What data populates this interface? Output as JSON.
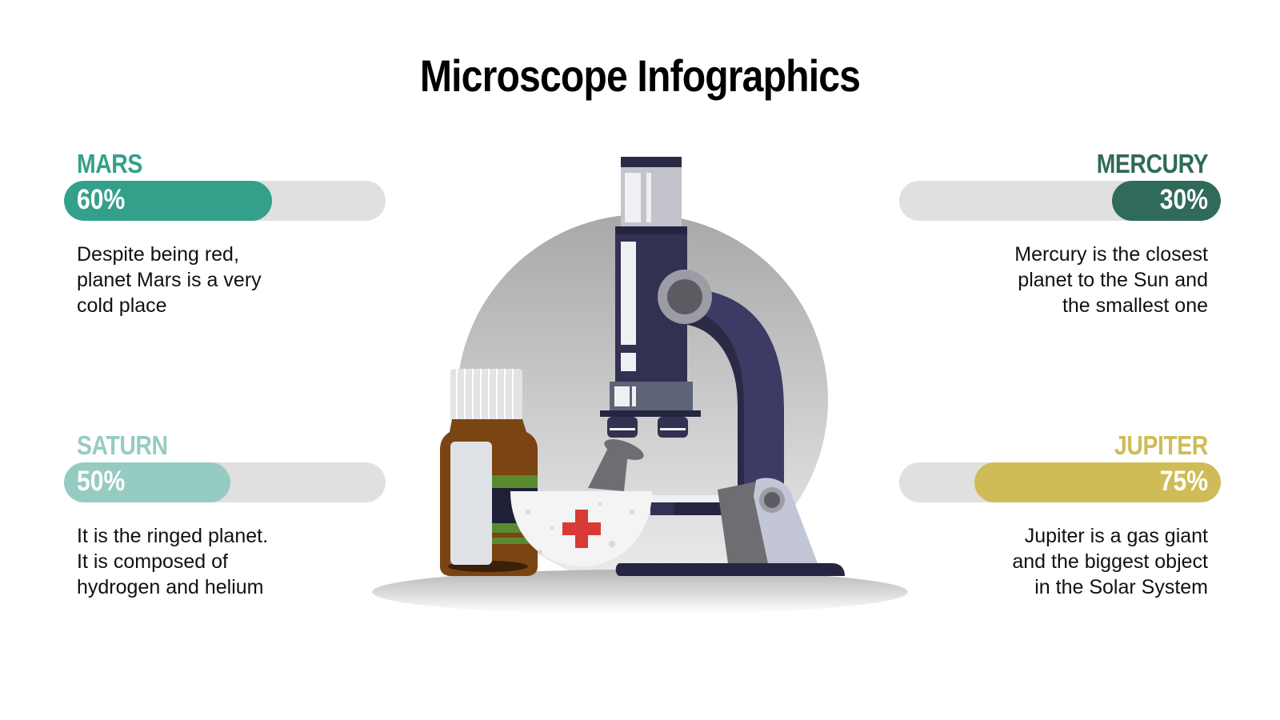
{
  "title": "Microscope Infographics",
  "items": [
    {
      "label": "MARS",
      "percent": "60%",
      "value": 60,
      "color": "#35a08a",
      "desc_lines": [
        "Despite being red,",
        "planet Mars is a very",
        "cold place"
      ],
      "side": "left"
    },
    {
      "label": "MERCURY",
      "percent": "30%",
      "value": 30,
      "color": "#2f6a5a",
      "desc_lines": [
        "Mercury is the closest",
        "planet to the Sun and",
        "the smallest one"
      ],
      "side": "right"
    },
    {
      "label": "SATURN",
      "percent": "50%",
      "value": 50,
      "color": "#96cbc2",
      "desc_lines": [
        "It is the ringed planet.",
        "It is composed of",
        "hydrogen and helium"
      ],
      "side": "left"
    },
    {
      "label": "JUPITER",
      "percent": "75%",
      "value": 75,
      "color": "#cfbc58",
      "desc_lines": [
        "Jupiter is a gas giant",
        "and the biggest object",
        "in the Solar System"
      ],
      "side": "right"
    }
  ],
  "track_color": "#e0e0e0",
  "illustration": {
    "icons": [
      "microscope-icon",
      "medicine-bottle-icon",
      "mortar-pestle-icon",
      "red-cross-icon"
    ]
  }
}
